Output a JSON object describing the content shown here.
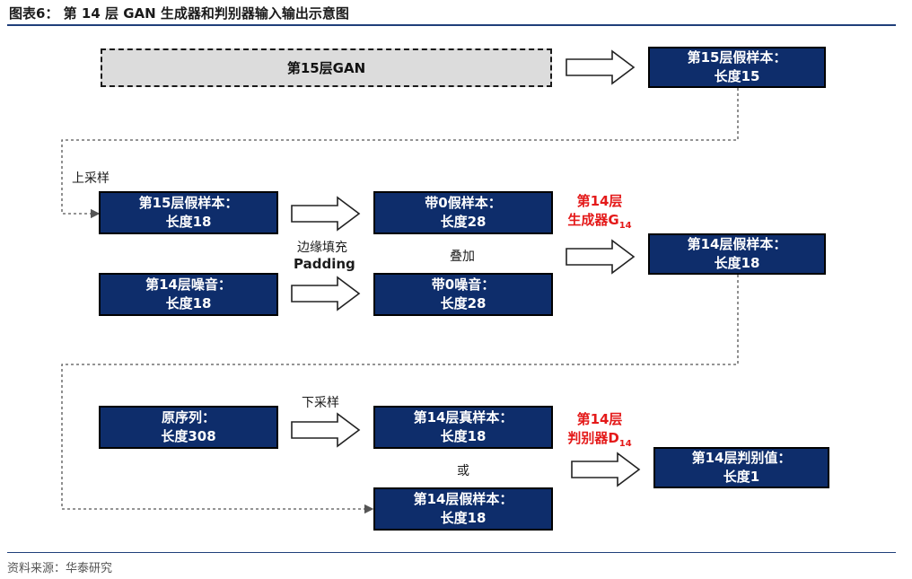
{
  "title": "图表6： 第 14 层 GAN 生成器和判别器输入输出示意图",
  "gan15": "第15层GAN",
  "box_15_fake_top": {
    "line1": "第15层假样本：",
    "line2": "长度15"
  },
  "upsample_label": "上采样",
  "box_15_fake_left": {
    "line1": "第15层假样本：",
    "line2": "长度18"
  },
  "box_14_noise": {
    "line1": "第14层噪音：",
    "line2": "长度18"
  },
  "padding_label": {
    "cn": "边缘填充",
    "en": "Padding"
  },
  "box_pad_fake": {
    "line1": "带0假样本：",
    "line2": "长度28"
  },
  "box_pad_noise": {
    "line1": "带0噪音：",
    "line2": "长度28"
  },
  "stack_label": "叠加",
  "generator": {
    "line1": "第14层",
    "line2": "生成器G",
    "sub": "14"
  },
  "box_14_fake_right": {
    "line1": "第14层假样本：",
    "line2": "长度18"
  },
  "box_original": {
    "line1": "原序列：",
    "line2": "长度308"
  },
  "downsample_label": "下采样",
  "box_14_real": {
    "line1": "第14层真样本：",
    "line2": "长度18"
  },
  "or_label": "或",
  "box_14_fake_bottom": {
    "line1": "第14层假样本：",
    "line2": "长度18"
  },
  "discriminator": {
    "line1": "第14层",
    "line2": "判别器D",
    "sub": "14"
  },
  "box_14_disc_value": {
    "line1": "第14层判别值：",
    "line2": "长度1"
  },
  "source": "资料来源：华泰研究",
  "colors": {
    "box_fill": "#0e2d6b",
    "accent_red": "#e41a1a",
    "rule": "#1f3f7a"
  }
}
